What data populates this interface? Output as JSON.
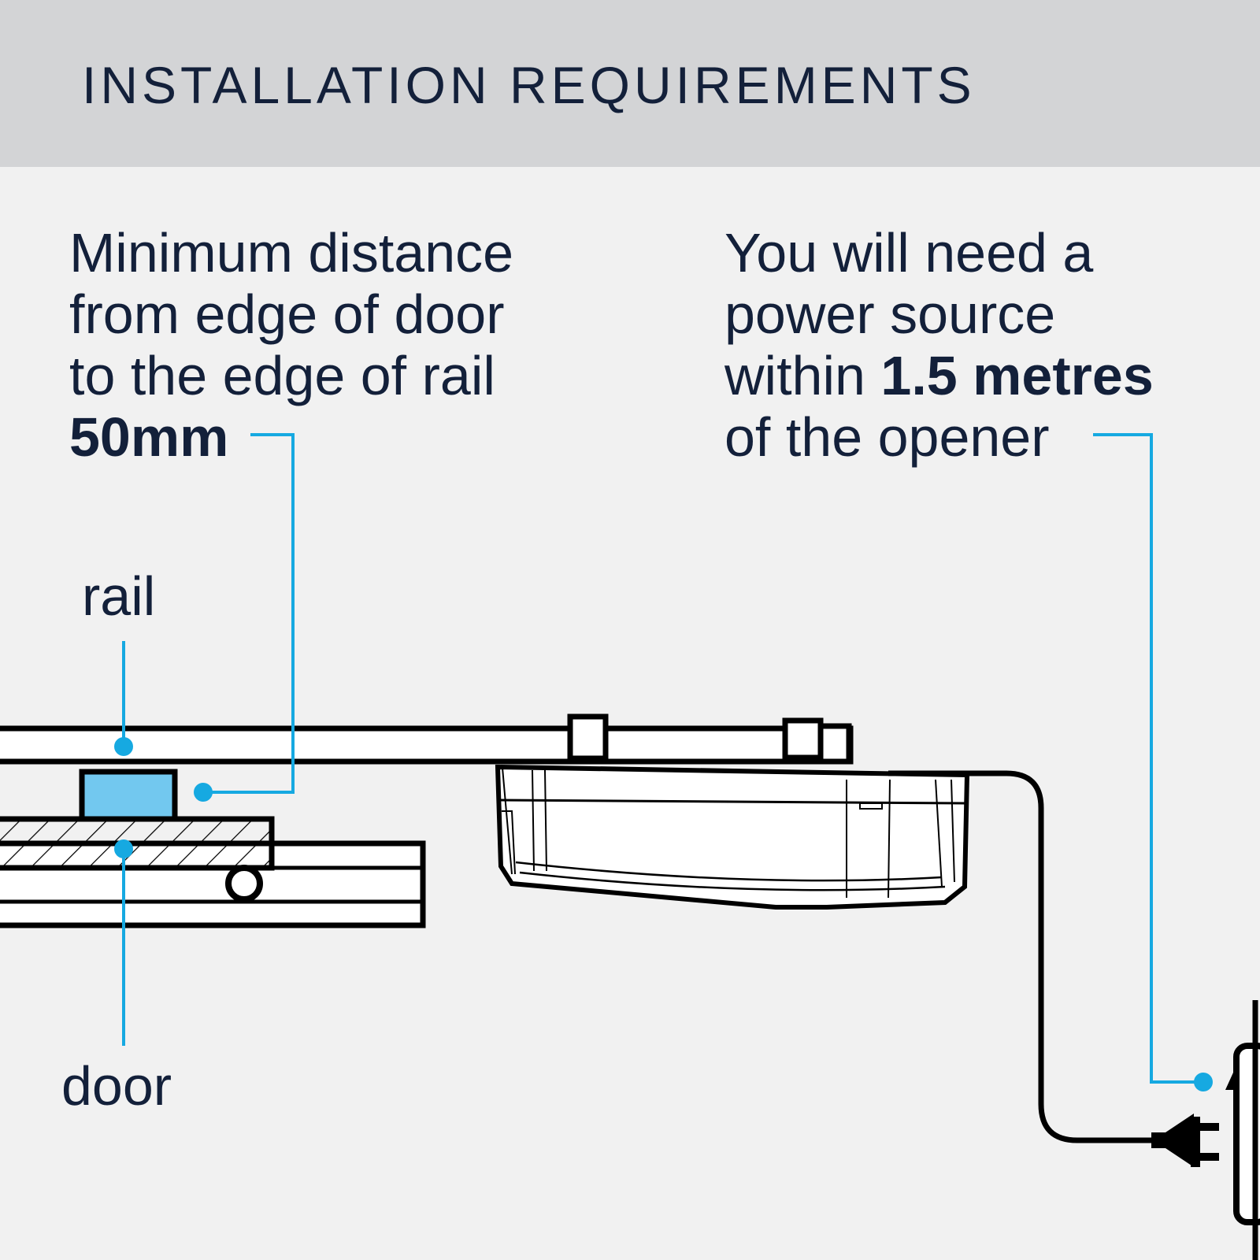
{
  "header": {
    "title": "INSTALLATION REQUIREMENTS"
  },
  "left_note": {
    "lines": [
      "Minimum distance",
      "from edge of door",
      "to the edge of rail"
    ],
    "value": "50mm"
  },
  "right_note": {
    "line1": "You will need a",
    "line2": "power source",
    "line3_prefix": "within ",
    "line3_bold": "1.5 metres",
    "line4": "of the opener"
  },
  "labels": {
    "rail": "rail",
    "door": "door"
  },
  "colors": {
    "header_bg": "#d3d4d6",
    "background": "#f1f1f1",
    "text": "#13203a",
    "accent": "#16a9e1",
    "rail_block": "#72c8ef",
    "line": "#000000"
  }
}
